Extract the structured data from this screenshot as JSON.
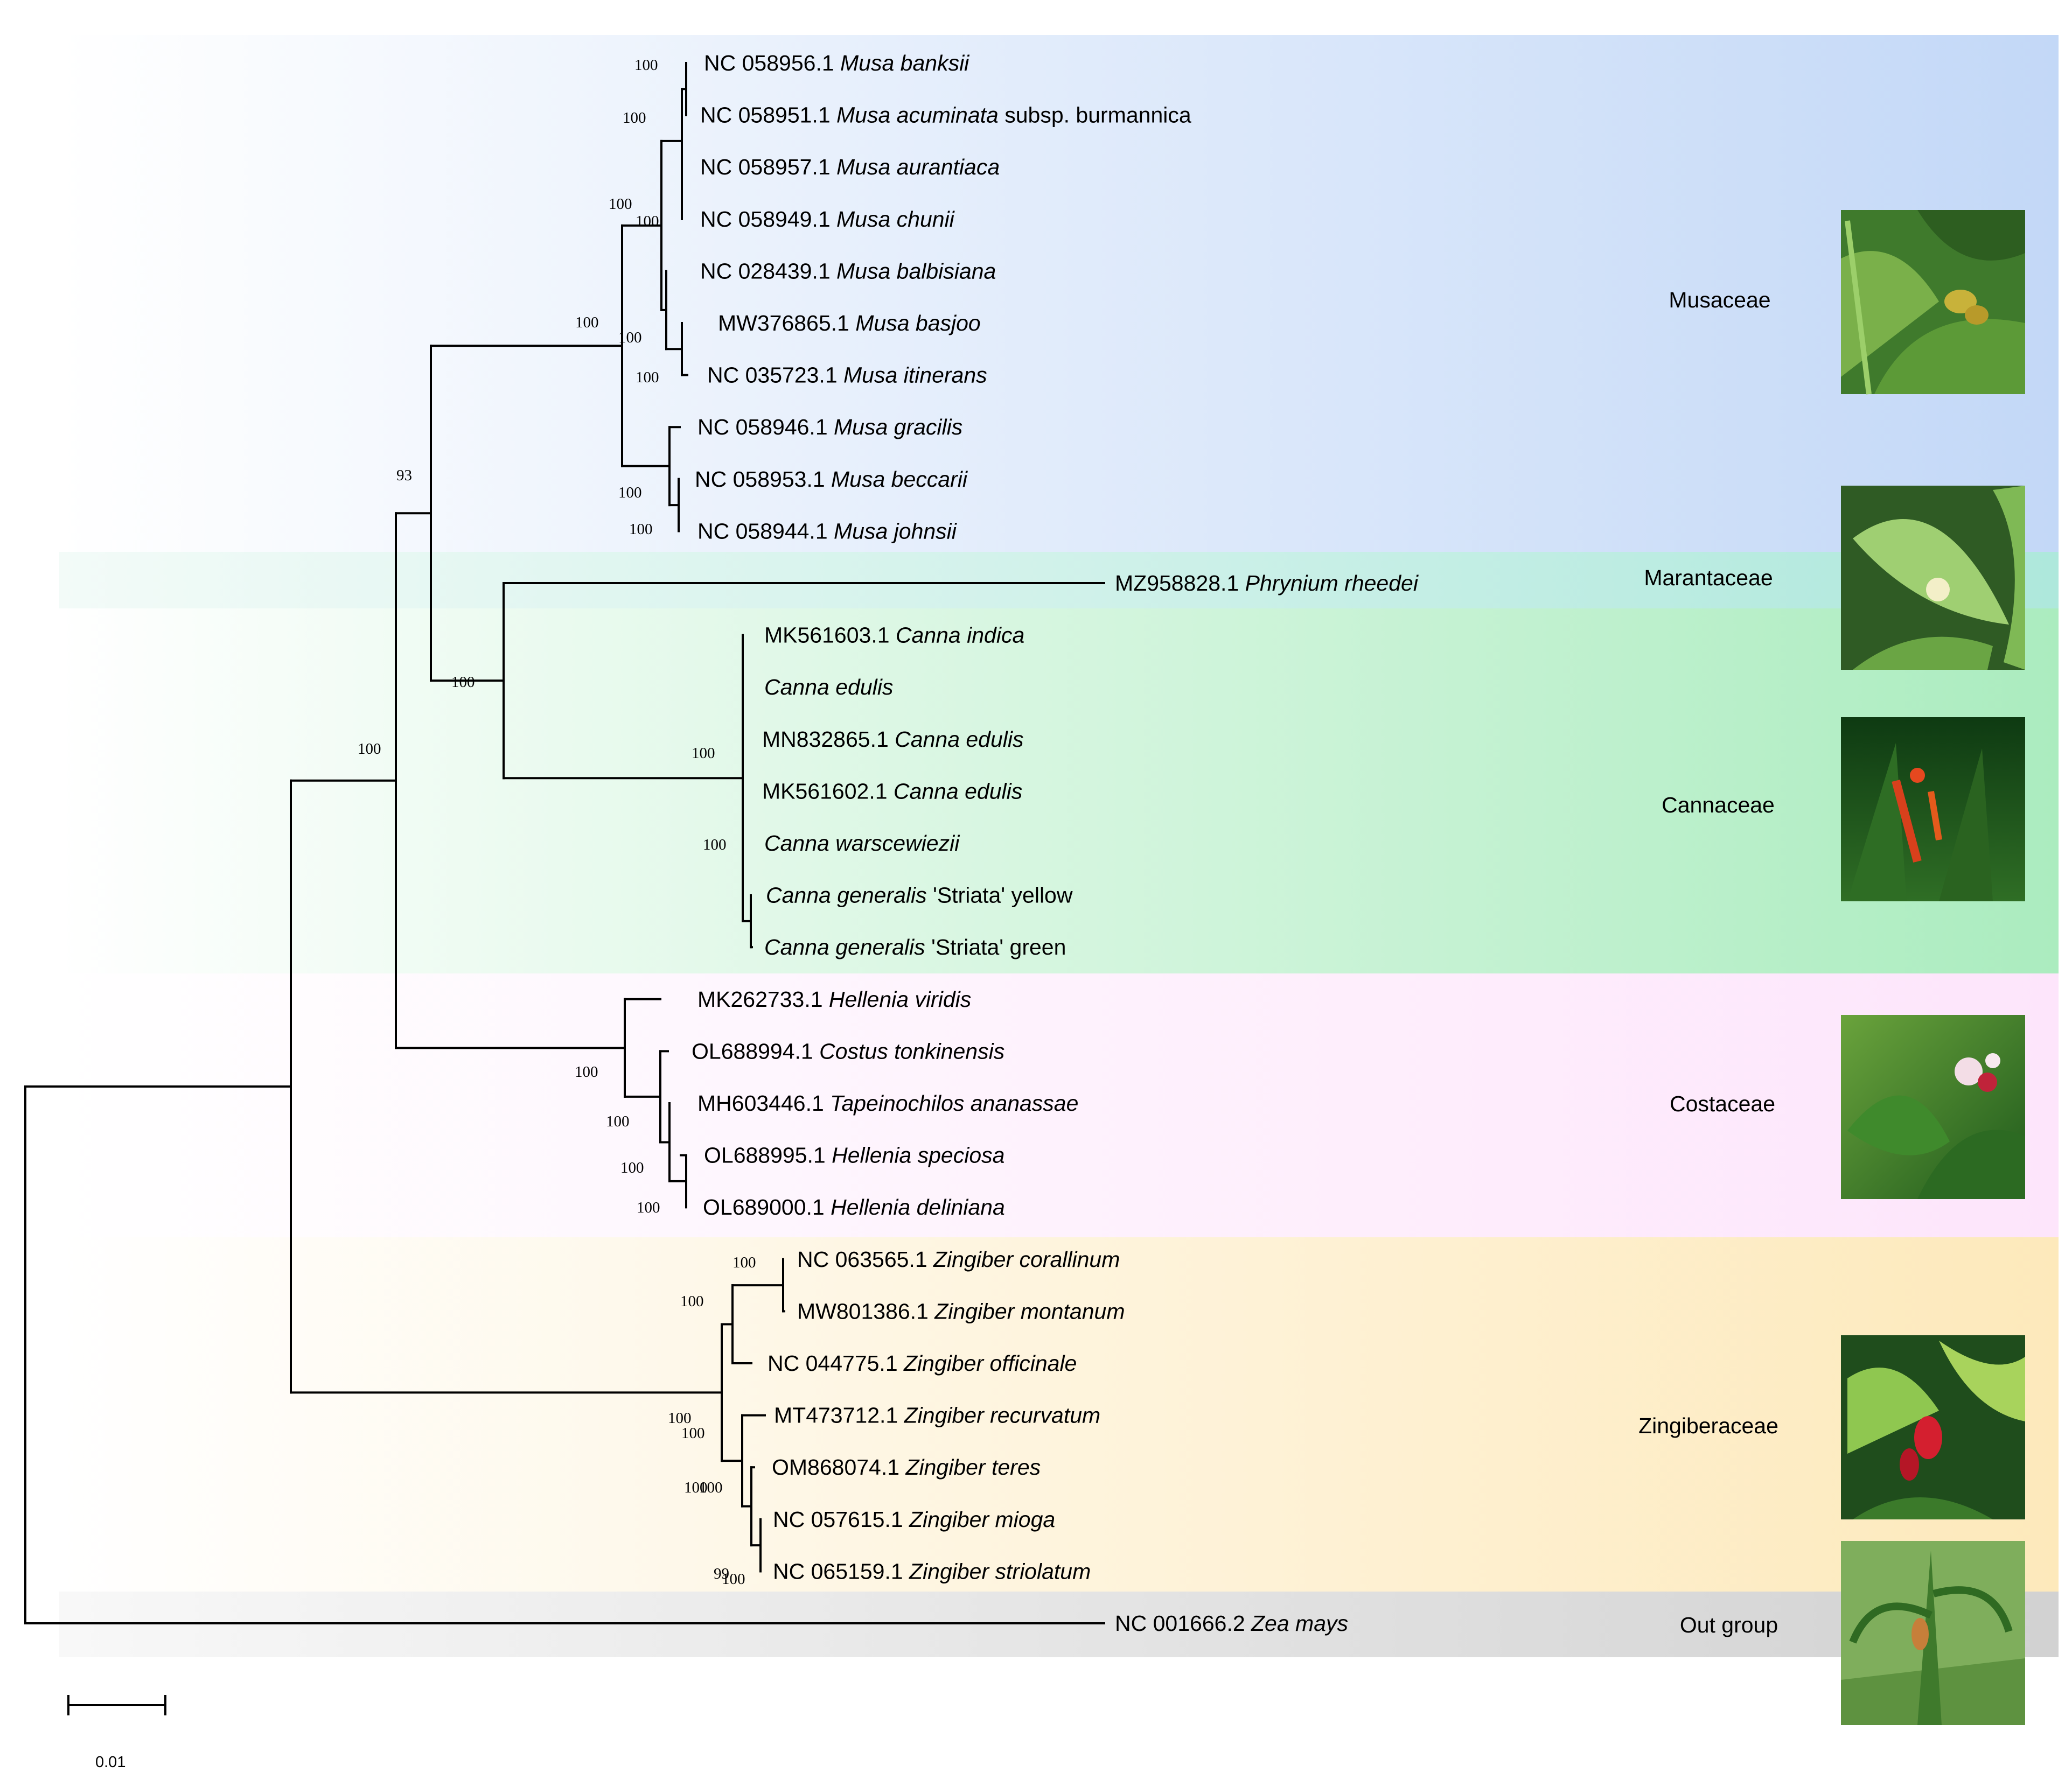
{
  "colors": {
    "musaceae": "#c3d8f7",
    "marantaceae": "#aee8dc",
    "cannaceae": "#abecbf",
    "costaceae": "#fde5fb",
    "zingiberaceae": "#fde9bb",
    "outgroup": "#d2d2d2",
    "branch": "#000000"
  },
  "families": [
    {
      "id": "musaceae",
      "label": "Musaceae",
      "photo": "musa-photo"
    },
    {
      "id": "marantaceae",
      "label": "Marantaceae",
      "photo": "phrynium-photo"
    },
    {
      "id": "cannaceae",
      "label": "Cannaceae",
      "photo": "canna-photo"
    },
    {
      "id": "costaceae",
      "label": "Costaceae",
      "photo": "costus-photo"
    },
    {
      "id": "zingiberaceae",
      "label": "Zingiberaceae",
      "photo": "zingiber-photo"
    },
    {
      "id": "outgroup",
      "label": "Out group",
      "photo": "zea-photo"
    }
  ],
  "taxa": [
    {
      "accession": "NC 058956.1",
      "species": "Musa banksii",
      "suffix": ""
    },
    {
      "accession": "NC 058951.1",
      "species": "Musa acuminata",
      "suffix": " subsp. burmannica"
    },
    {
      "accession": "NC 058957.1",
      "species": "Musa aurantiaca",
      "suffix": ""
    },
    {
      "accession": "NC 058949.1",
      "species": "Musa chunii",
      "suffix": ""
    },
    {
      "accession": "NC 028439.1",
      "species": "Musa balbisiana",
      "suffix": ""
    },
    {
      "accession": "MW376865.1",
      "species": "Musa basjoo",
      "suffix": ""
    },
    {
      "accession": "NC 035723.1",
      "species": "Musa itinerans",
      "suffix": ""
    },
    {
      "accession": "NC 058946.1",
      "species": "Musa gracilis",
      "suffix": ""
    },
    {
      "accession": "NC 058953.1",
      "species": "Musa beccarii",
      "suffix": ""
    },
    {
      "accession": "NC 058944.1",
      "species": "Musa johnsii",
      "suffix": ""
    },
    {
      "accession": "MZ958828.1",
      "species": "Phrynium rheedei",
      "suffix": ""
    },
    {
      "accession": "MK561603.1",
      "species": "Canna indica",
      "suffix": ""
    },
    {
      "accession": "",
      "species": "Canna edulis",
      "suffix": ""
    },
    {
      "accession": "MN832865.1",
      "species": "Canna edulis",
      "suffix": ""
    },
    {
      "accession": "MK561602.1",
      "species": "Canna edulis",
      "suffix": ""
    },
    {
      "accession": "",
      "species": "Canna warscewiezii",
      "suffix": ""
    },
    {
      "accession": "",
      "species": "Canna generalis",
      "suffix": " 'Striata' yellow"
    },
    {
      "accession": "",
      "species": "Canna generalis",
      "suffix": " 'Striata' green"
    },
    {
      "accession": "MK262733.1",
      "species": "Hellenia viridis",
      "suffix": ""
    },
    {
      "accession": "OL688994.1",
      "species": "Costus tonkinensis",
      "suffix": ""
    },
    {
      "accession": "MH603446.1",
      "species": "Tapeinochilos ananassae",
      "suffix": ""
    },
    {
      "accession": "OL688995.1",
      "species": "Hellenia speciosa",
      "suffix": ""
    },
    {
      "accession": "OL689000.1",
      "species": "Hellenia deliniana",
      "suffix": ""
    },
    {
      "accession": "NC 063565.1",
      "species": "Zingiber corallinum",
      "suffix": ""
    },
    {
      "accession": "MW801386.1",
      "species": "Zingiber montanum",
      "suffix": ""
    },
    {
      "accession": "NC 044775.1",
      "species": "Zingiber officinale",
      "suffix": ""
    },
    {
      "accession": "MT473712.1",
      "species": "Zingiber recurvatum",
      "suffix": ""
    },
    {
      "accession": "OM868074.1",
      "species": "Zingiber teres",
      "suffix": ""
    },
    {
      "accession": "NC 057615.1",
      "species": "Zingiber mioga",
      "suffix": ""
    },
    {
      "accession": "NC 065159.1",
      "species": "Zingiber striolatum",
      "suffix": ""
    },
    {
      "accession": "NC 001666.2",
      "species": "Zea mays",
      "suffix": ""
    }
  ],
  "supports": [
    "100",
    "100",
    "100",
    "100",
    "100",
    "100",
    "100",
    "100",
    "100",
    "93",
    "100",
    "100",
    "100",
    "100",
    "100",
    "100",
    "100",
    "100",
    "100",
    "100",
    "100",
    "100",
    "100",
    "100",
    "99",
    "100"
  ],
  "scale": {
    "label": "0.01"
  }
}
